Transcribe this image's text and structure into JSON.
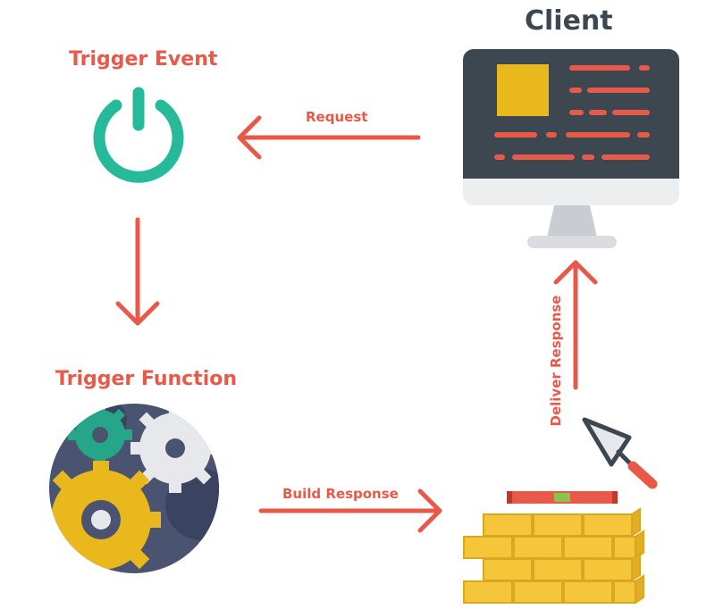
{
  "nodes": {
    "client": "Client",
    "trigger_event": "Trigger Event",
    "trigger_function": "Trigger Function"
  },
  "edges": {
    "request": "Request",
    "build_response": "Build Response",
    "deliver_response": "Deliver Response"
  },
  "colors": {
    "accent_red": "#E8594A",
    "power_teal": "#26B99A",
    "monitor_dark": "#3D4750",
    "gear_yellow": "#E9B81C",
    "gear_navy": "#4A5470",
    "brick_yellow": "#F5C53A",
    "dark_text": "#3D4750"
  },
  "icons": [
    "power-icon",
    "monitor-icon",
    "gears-icon",
    "bricks-icon",
    "trowel-icon",
    "level-icon"
  ]
}
